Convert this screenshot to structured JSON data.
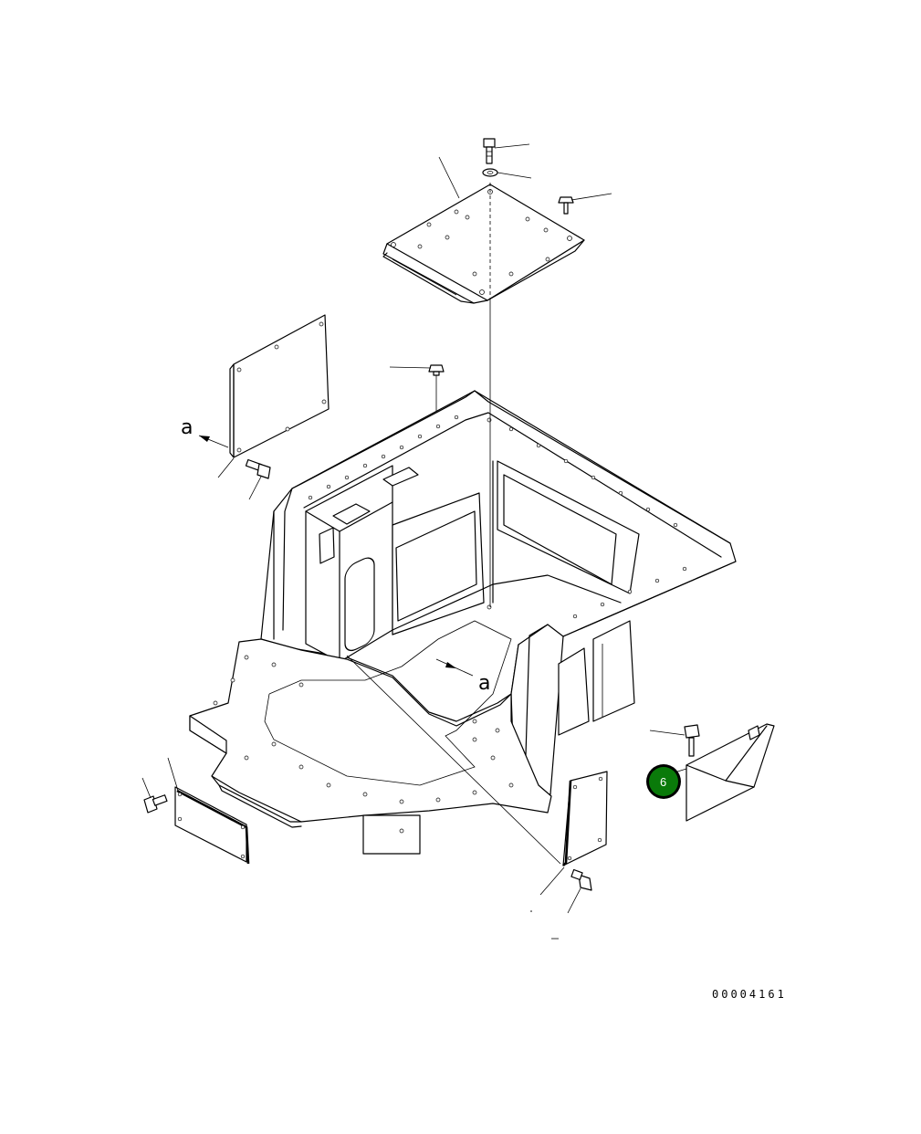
{
  "diagram": {
    "view_label_top": "a",
    "view_label_bottom": "a",
    "callout_badge": {
      "label": "6",
      "fill": "#0a7a0a",
      "ring": "#000000"
    },
    "drawing_number": "00004161"
  }
}
